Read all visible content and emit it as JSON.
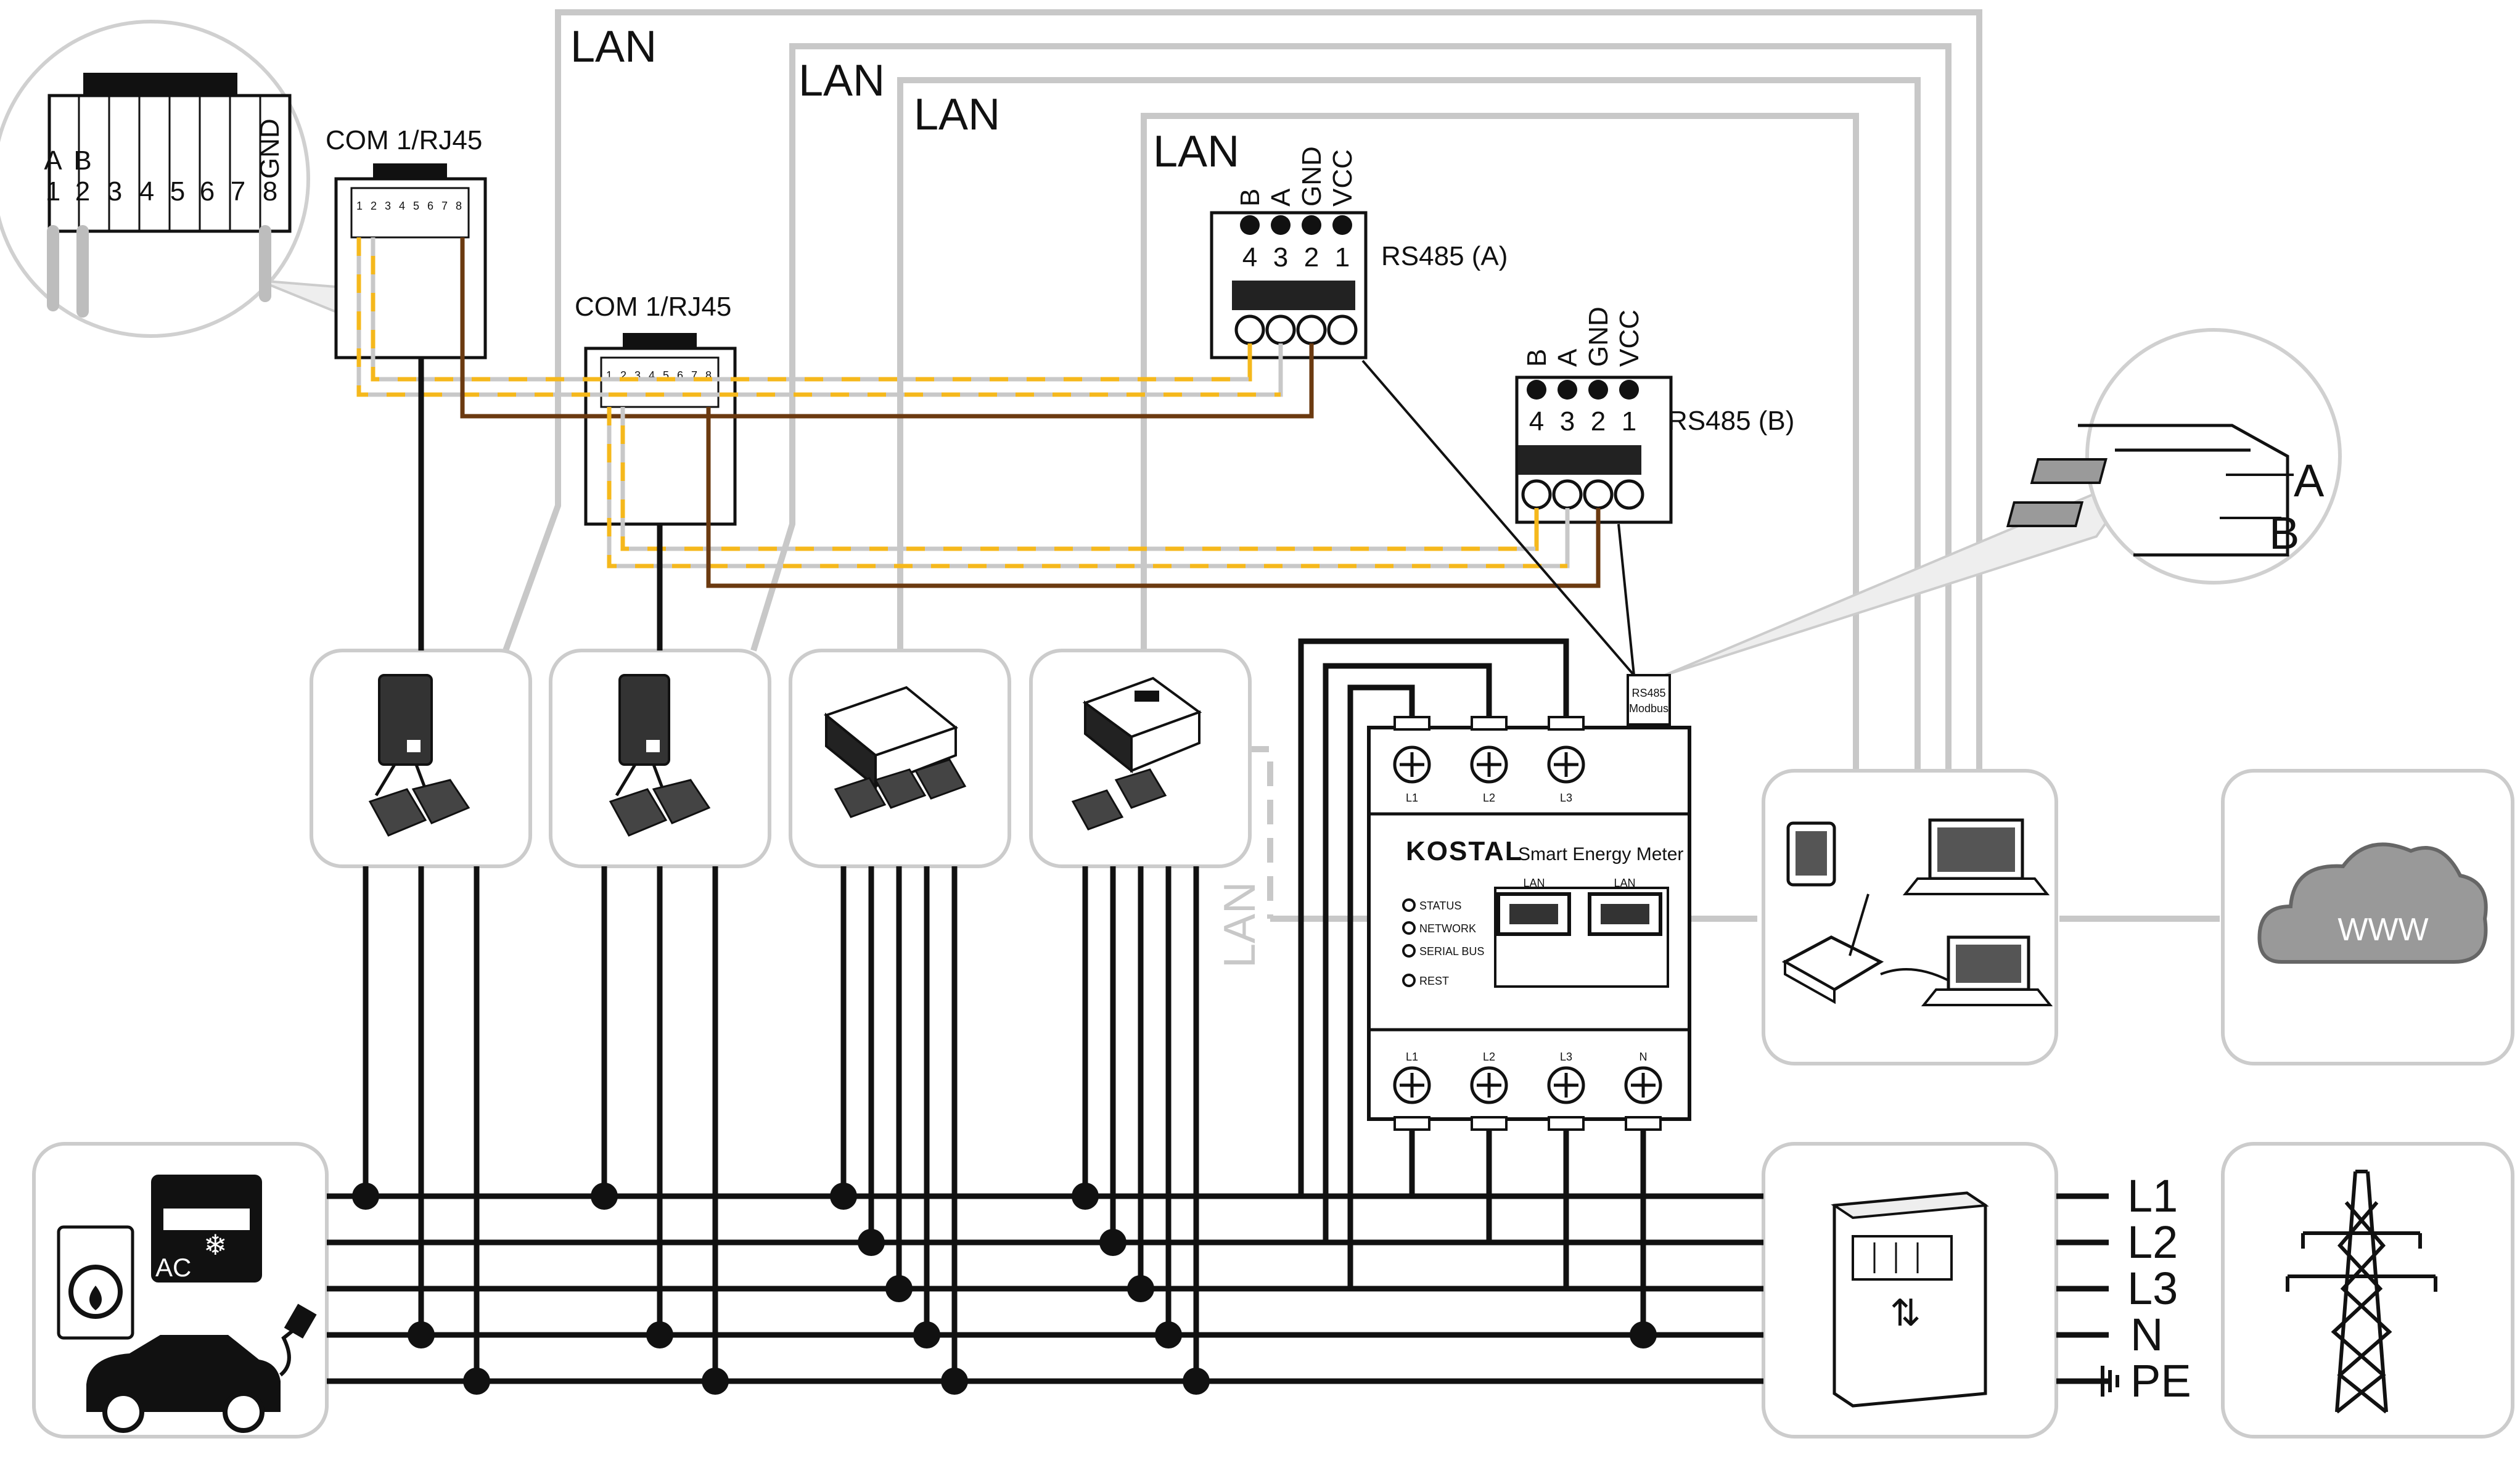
{
  "colors": {
    "lan_cable": "#c8c8c8",
    "wire_black": "#111111",
    "wire_yellow": "#f5b81c",
    "wire_brown": "#6b3a10",
    "box_border": "#cccccc",
    "accent_kostal": "#111111"
  },
  "lan_labels": [
    "LAN",
    "LAN",
    "LAN",
    "LAN"
  ],
  "lan_vertical_label": "LAN",
  "zoom_connector": {
    "pins": [
      "1",
      "2",
      "3",
      "4",
      "5",
      "6",
      "7",
      "8"
    ],
    "pin_a_label": "A",
    "pin_b_label": "B",
    "pin_gnd_label": "GND"
  },
  "com_ports": [
    {
      "label": "COM 1/RJ45",
      "pins": [
        "1",
        "2",
        "3",
        "4",
        "5",
        "6",
        "7",
        "8"
      ]
    },
    {
      "label": "COM 1/RJ45",
      "pins": [
        "1",
        "2",
        "3",
        "4",
        "5",
        "6",
        "7",
        "8"
      ]
    }
  ],
  "rs485_terminals": [
    {
      "label": "RS485 (A)",
      "signals": [
        "B",
        "A",
        "GND",
        "VCC"
      ],
      "numbers": [
        "4",
        "3",
        "2",
        "1"
      ]
    },
    {
      "label": "RS485 (B)",
      "signals": [
        "B",
        "A",
        "GND",
        "VCC"
      ],
      "numbers": [
        "4",
        "3",
        "2",
        "1"
      ]
    }
  ],
  "zoom_ab": {
    "a": "A",
    "b": "B"
  },
  "meter": {
    "rs485_module": [
      "RS485",
      "Modbus"
    ],
    "brand": "KOSTAL",
    "product": "Smart Energy Meter",
    "top_terminals": [
      "L1",
      "L2",
      "L3"
    ],
    "bottom_terminals": [
      "L1",
      "L2",
      "L3",
      "N"
    ],
    "leds": [
      "STATUS",
      "NETWORK",
      "SERIAL BUS",
      "REST"
    ],
    "lan_ports": [
      "LAN",
      "LAN"
    ]
  },
  "loads": {
    "ac_label": "AC"
  },
  "cloud": {
    "text": "WWW"
  },
  "phases": [
    "L1",
    "L2",
    "L3",
    "N",
    "PE"
  ]
}
